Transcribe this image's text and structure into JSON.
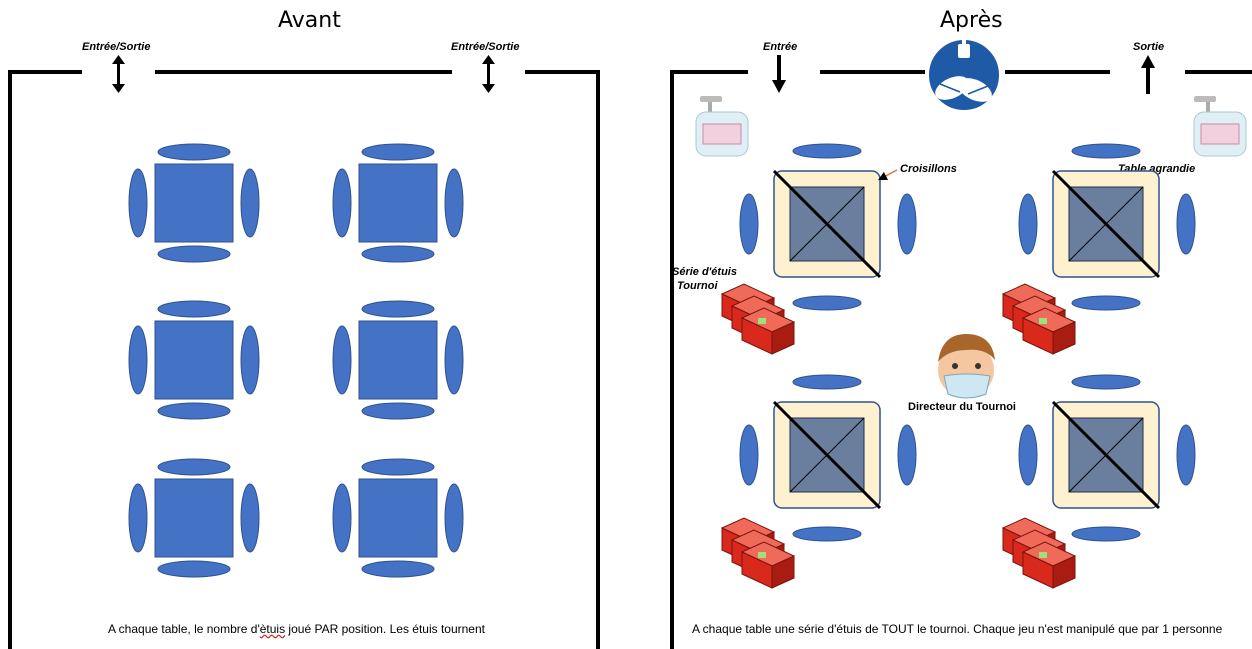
{
  "titles": {
    "before": "Avant",
    "after": "Après"
  },
  "before": {
    "door_label_left": "Entrée/Sortie",
    "door_label_right": "Entrée/Sortie",
    "caption_part1": "A chaque table, le nombre d'",
    "caption_word": "ètuis",
    "caption_part2": " joué PAR position.  Les étuis tournent"
  },
  "after": {
    "entry_label": "Entrée",
    "exit_label": "Sortie",
    "crosspieces_label": "Croisillons",
    "enlarged_table_label": "Table  agrandie",
    "boards_label_line1": "Série d'étuis",
    "boards_label_line2": "Tournoi",
    "director_label": "Directeur  du Tournoi",
    "caption": "A chaque  table une  série d'étuis  de TOUT le tournoi.  Chaque jeu n'est manipulé  que par 1 personne"
  },
  "icons": [
    "hand-sanitizer-icon",
    "hand-washing-sign-icon",
    "board-case-icon",
    "director-mask-icon",
    "door-arrow-icon"
  ],
  "colors": {
    "table_blue": "#4472c4",
    "table_outline": "#2f528f",
    "enlarged_table_fill": "#fdf1d0",
    "table_top_grey": "#6a7f9e",
    "board_case_red": "#d9281c",
    "sign_blue": "#1f5aa6"
  }
}
